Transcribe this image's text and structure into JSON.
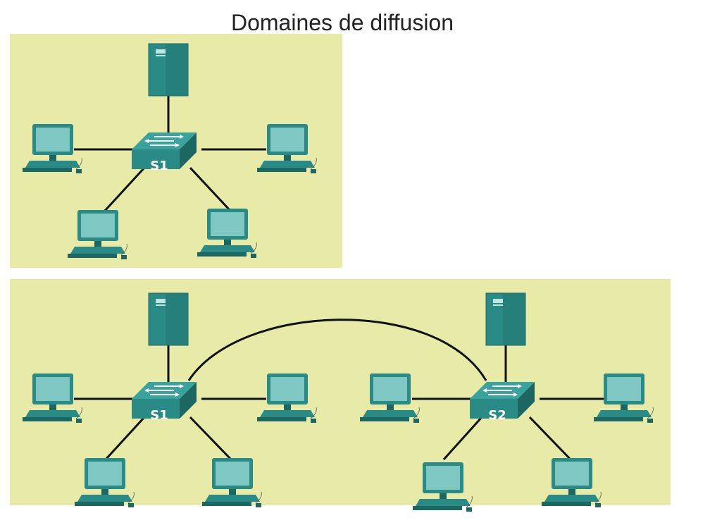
{
  "title": "Domaines de diffusion",
  "colors": {
    "domain_fill": "#e8eba8",
    "device": "#2a8a86",
    "device_dark": "#1d6763",
    "screen": "#7fc7c2",
    "link": "#111111"
  },
  "top_domain": {
    "switch_label": "S1"
  },
  "bottom_domain": {
    "switch1_label": "S1",
    "switch2_label": "S2"
  }
}
